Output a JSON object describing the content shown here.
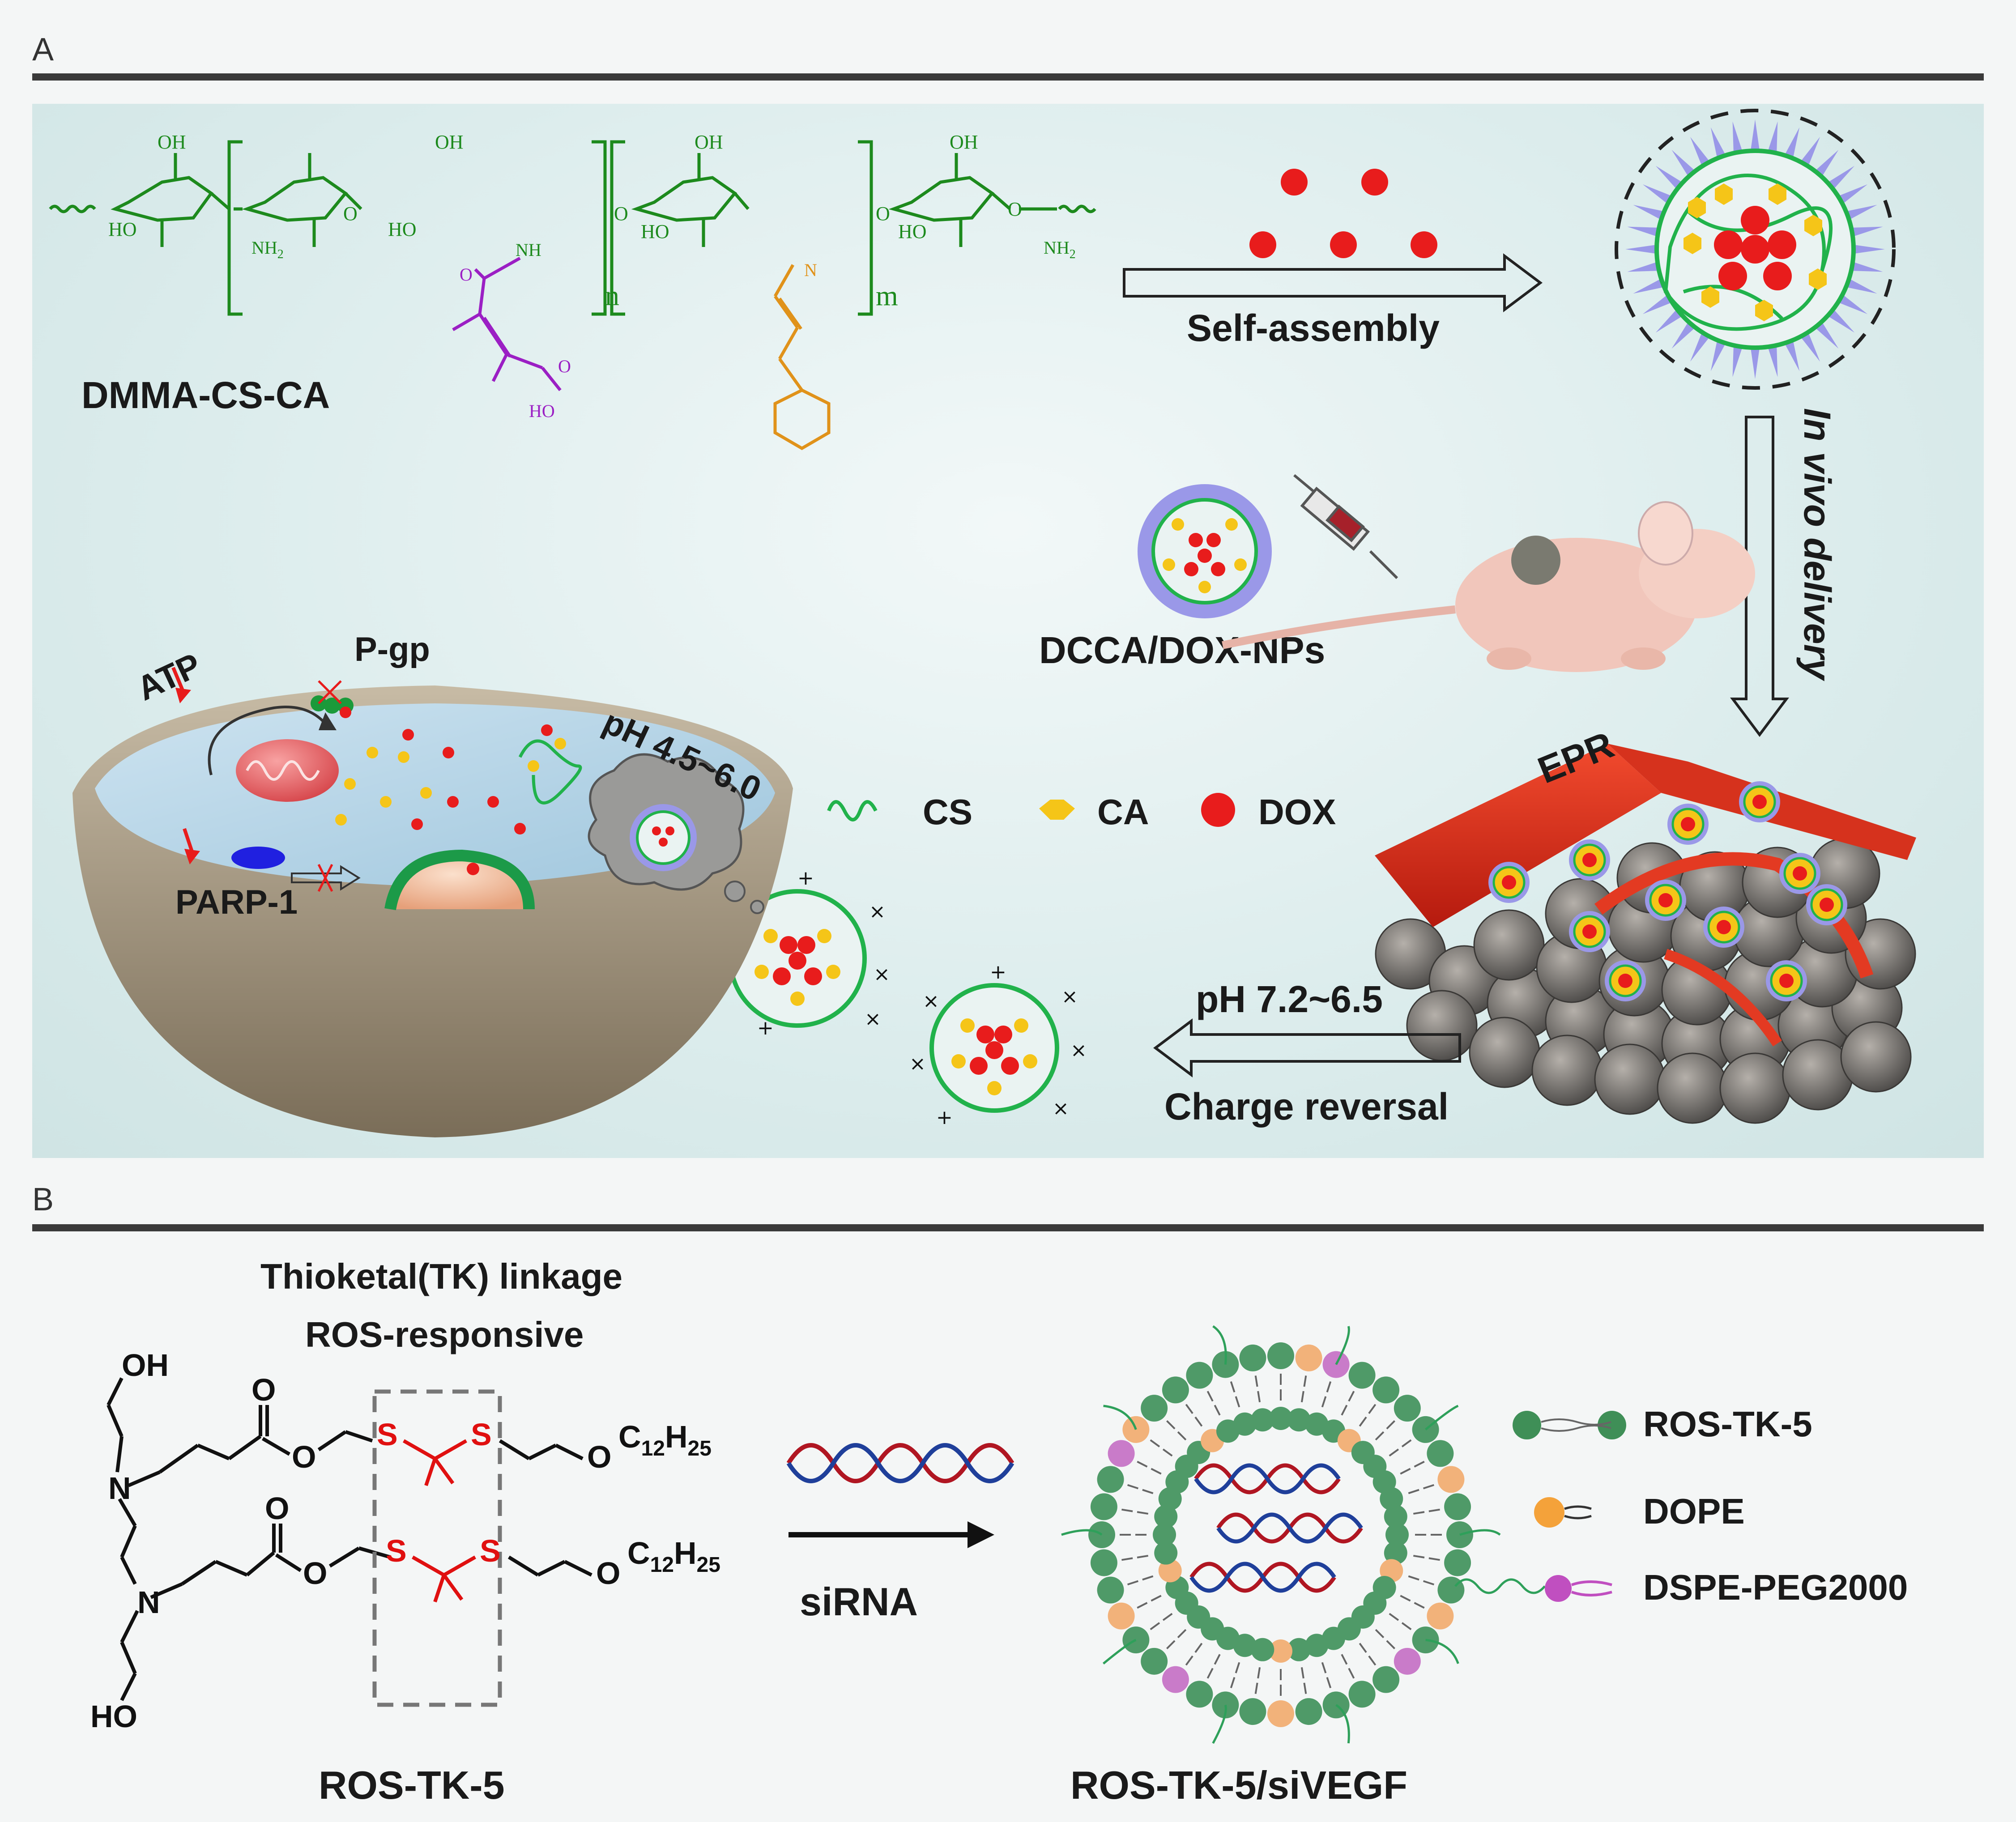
{
  "panel_a": {
    "label": "A",
    "polymer_name": "DMMA-CS-CA",
    "polymer_subscripts": {
      "n": "n",
      "m": "m"
    },
    "chem_labels": {
      "oh": "OH",
      "ho": "HO",
      "nh2": "NH",
      "nh2_sub": "2",
      "nh": "NH",
      "n": "N",
      "o": "O"
    },
    "self_assembly": "Self-assembly",
    "in_vivo_delivery": "In vivo delivery",
    "nps_label": "DCCA/DOX-NPs",
    "epr": "EPR",
    "ph_acid": "pH 4.5~6.0",
    "ph_neutral": "pH 7.2~6.5",
    "charge_reversal": "Charge reversal",
    "atp": "ATP",
    "pgp": "P-gp",
    "parp": "PARP-1",
    "legend": [
      {
        "symbol": "wave",
        "label": "CS",
        "color": "#21b24b"
      },
      {
        "symbol": "hexagon",
        "label": "CA",
        "color": "#f5c518"
      },
      {
        "symbol": "dot",
        "label": "DOX",
        "color": "#e81c1c"
      }
    ]
  },
  "panel_b": {
    "label": "B",
    "linkage_title_1": "Thioketal(TK) linkage",
    "linkage_title_2": "ROS-responsive",
    "chem_labels": {
      "oh": "OH",
      "ho": "HO",
      "n": "N",
      "o": "O",
      "s": "S",
      "c12h25": "C",
      "c12h25_sub": "12",
      "c12h25_h": "H",
      "c12h25_sub2": "25"
    },
    "compound_name": "ROS-TK-5",
    "sirna": "siRNA",
    "product_name": "ROS-TK-5/siVEGF",
    "legend": [
      {
        "label": "ROS-TK-5",
        "color": "#3f8f57"
      },
      {
        "label": "DOPE",
        "color": "#f4a23a"
      },
      {
        "label": "DSPE-PEG2000",
        "color": "#c04fc0"
      }
    ]
  },
  "colors": {
    "cs_green": "#21b24b",
    "ca_yellow": "#f5c518",
    "dox_red": "#e81c1c",
    "maleic_purple": "#9b1fc4",
    "cinnamyl_orange": "#e0921a",
    "tk_red": "#e01010"
  }
}
